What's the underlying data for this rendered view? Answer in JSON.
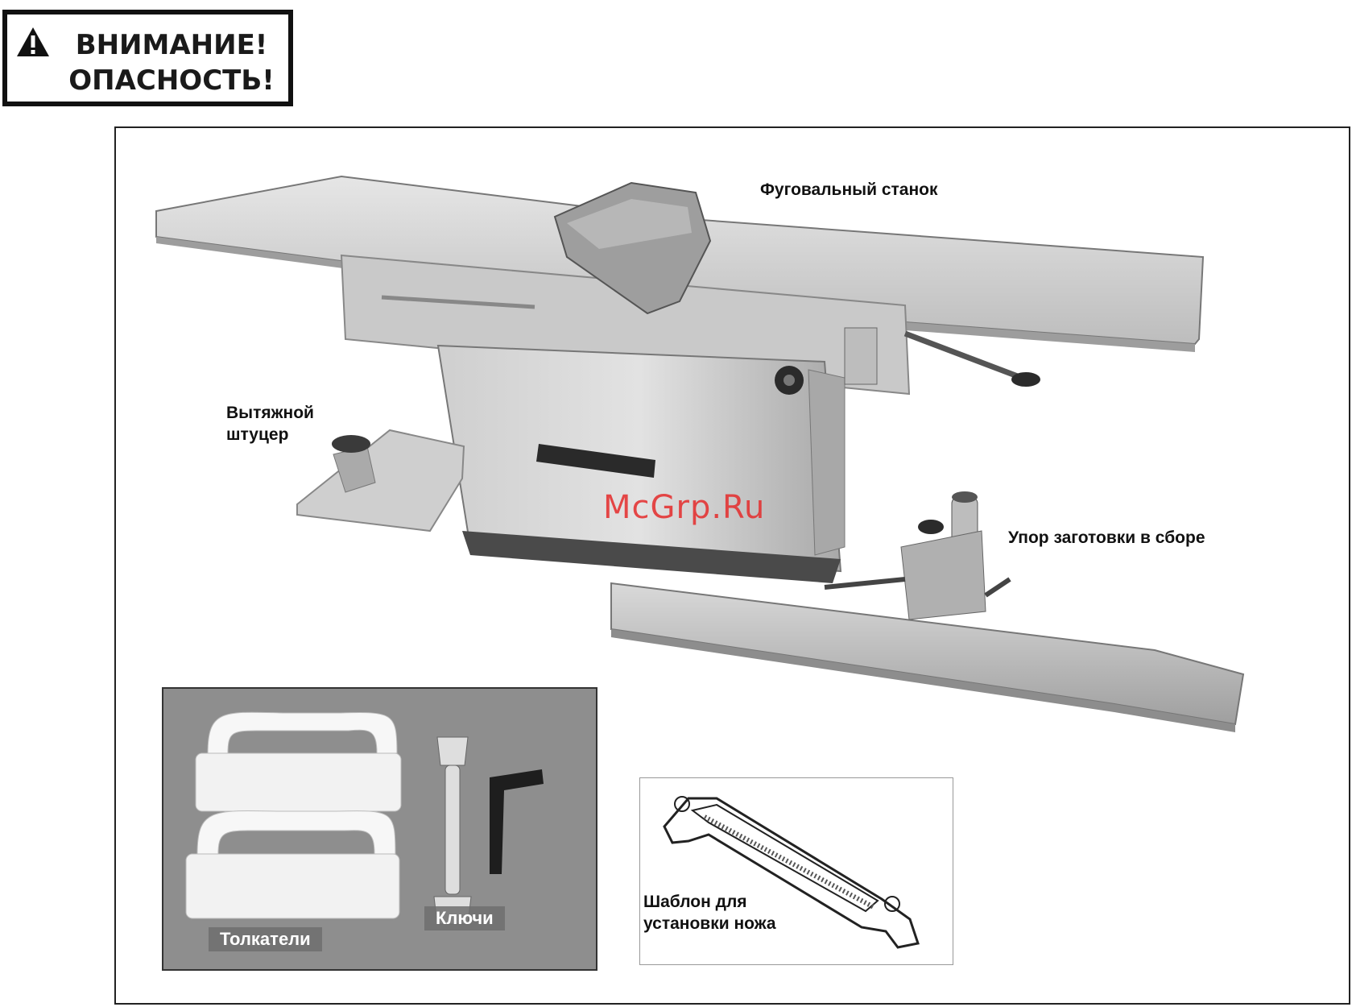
{
  "warning": {
    "icon": "warning-triangle-icon",
    "line1": "ВНИМАНИЕ!",
    "line2": "ОПАСНОСТЬ!"
  },
  "figure": {
    "labels": {
      "jointer": "Фуговальный станок",
      "dust_port_line1": "Вытяжной",
      "dust_port_line2": "штуцер",
      "fence": "Упор заготовки в сборе"
    },
    "watermark": "McGrp.Ru",
    "accessories": {
      "push_blocks": "Толкатели",
      "wrenches": "Ключи"
    },
    "knife_template": {
      "line1": "Шаблон для",
      "line2": "установки ножа"
    }
  }
}
